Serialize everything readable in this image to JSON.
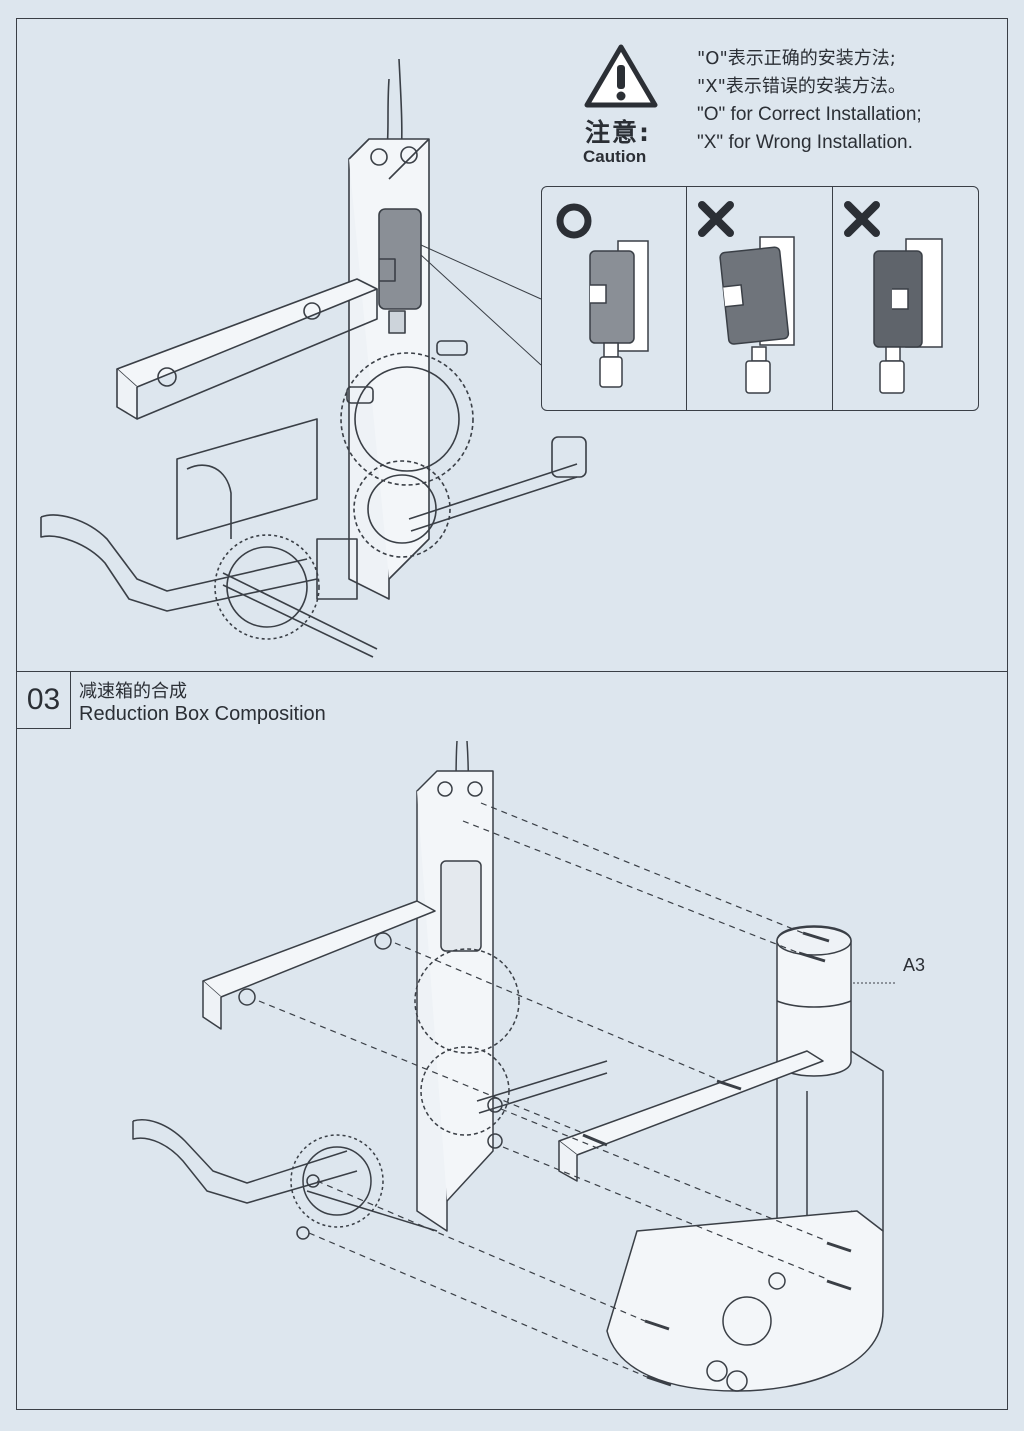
{
  "caution": {
    "icon": "warning-triangle-icon",
    "label_zh": "注意:",
    "label_en": "Caution",
    "line_zh_1": "\"O\"表示正确的安装方法;",
    "line_zh_2": "\"X\"表示错误的安装方法。",
    "line_en_1": "\"O\" for Correct Installation;",
    "line_en_2": "\"X\" for Wrong Installation."
  },
  "comparison": {
    "items": [
      {
        "mark": "O",
        "meaning": "correct"
      },
      {
        "mark": "X",
        "meaning": "wrong"
      },
      {
        "mark": "X",
        "meaning": "wrong"
      }
    ]
  },
  "step": {
    "number": "03",
    "title_zh": "减速箱的合成",
    "title_en": "Reduction Box Composition"
  },
  "part_label": "A3",
  "colors": {
    "background": "#dde6ee",
    "line": "#3a3f46",
    "motor_fill": "#8a8f96"
  }
}
